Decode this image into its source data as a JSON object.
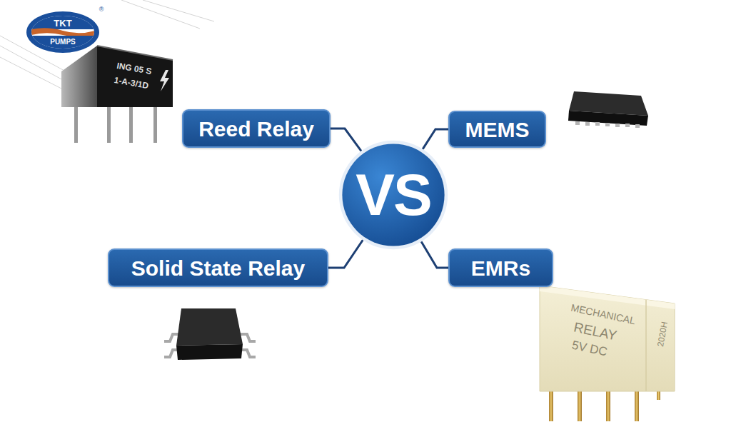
{
  "diagram": {
    "nodes": [
      {
        "text": [
          "Reed Relay"
        ]
      },
      {
        "text": [
          "MEMS"
        ]
      },
      {
        "text": [
          "VS"
        ]
      },
      {
        "text": [
          "Solid State Relay"
        ]
      },
      {
        "text": [
          "EMRs"
        ]
      }
    ],
    "edges": [
      {
        "from": 0,
        "to": 2,
        "arrow": "none"
      },
      {
        "from": 1,
        "to": 2,
        "arrow": "none"
      },
      {
        "from": 3,
        "to": 2,
        "arrow": "none"
      },
      {
        "from": 4,
        "to": 2,
        "arrow": "none"
      }
    ],
    "labels": [
      "TKT",
      "PUMPS",
      "®",
      "ING 05 S",
      "1-A-3/1D",
      "MECHANICAL",
      "RELAY",
      "5V DC",
      "2020H"
    ]
  }
}
